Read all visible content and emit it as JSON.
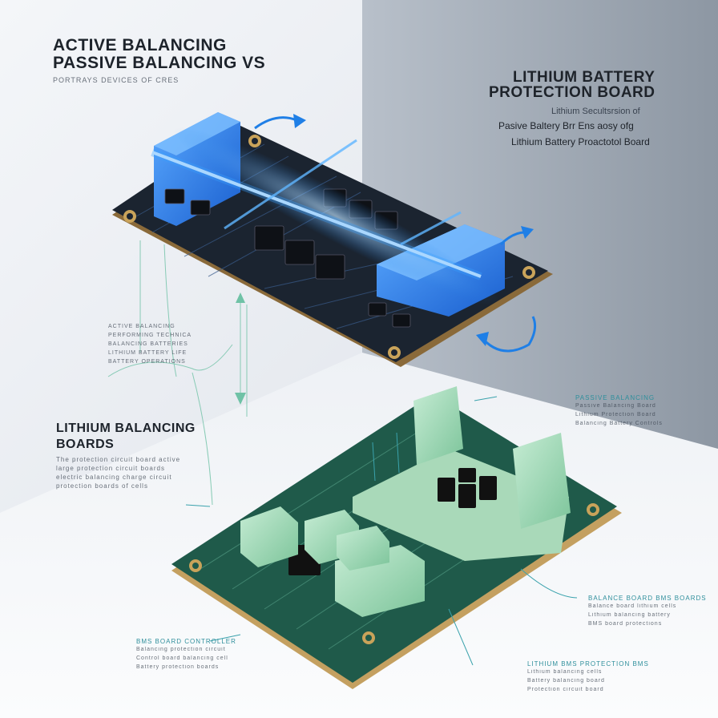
{
  "headline": {
    "line1": "ACTIVE BALANCING",
    "line2": "PASSIVE BALANCING VS",
    "sub": "PORTRAYS DEVICES OF CRES"
  },
  "right_header": {
    "line1": "LITHIUM BATTERY",
    "line2": "PROTECTION BOARD",
    "sub1": "Lithium Secultsrsion of",
    "sub2": "Pasive Baltery Brr Ens aosy ofg",
    "sub3": "Lithium Battery Proactotol Board"
  },
  "upper_callout": {
    "lines": [
      "ACTIVE BALANCING",
      "PERFORMING TECHNICA",
      "BALANCING BATTERIES",
      "LITHIUM BATTERY LIFE",
      "BATTERY OPERATIONS"
    ]
  },
  "lower_title": {
    "line1": "LITHIUM BALANCING",
    "line2": "BOARDS",
    "body": [
      "The protection circuit board active",
      "large protection circuit boards",
      "electric balancing charge circuit",
      "protection boards of cells"
    ]
  },
  "right_mid_callout": {
    "heading": "PASSIVE BALANCING",
    "lines": [
      "Passive Balancing Board",
      "Lithium Protection Board",
      "Balancing Battery Controls"
    ]
  },
  "bottom_left_callout": {
    "heading": "BMS BOARD CONTROLLER",
    "lines": [
      "Balancing protection circuit",
      "Control board balancing cell",
      "Battery protection boards"
    ]
  },
  "bottom_right_callout": {
    "heading": "BALANCE BOARD BMS BOARDS",
    "lines": [
      "Balance board lithium cells",
      "Lithium balancing battery",
      "BMS board protections"
    ]
  },
  "bottom_center_callout": {
    "heading": "LITHIUM BMS PROTECTION BMS",
    "lines": [
      "Lithium balancing cells",
      "Battery balancing board",
      "Protection circuit board"
    ]
  },
  "colors": {
    "accent_blue": "#1f7fe6",
    "accent_green": "#8fd4a8",
    "pcb_dark": "#1b2430",
    "pcb_green": "#1f5a4a"
  }
}
